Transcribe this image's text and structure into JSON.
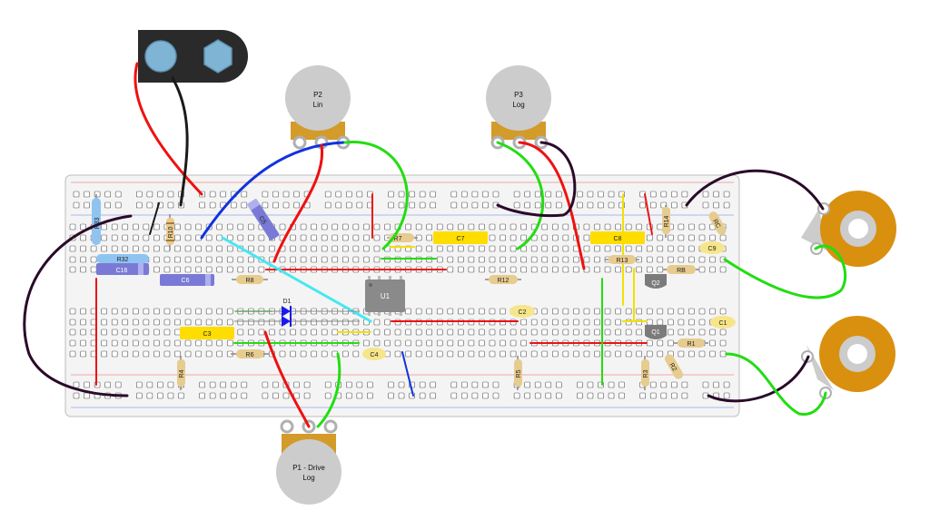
{
  "colors": {
    "board": "#f4f4f4",
    "board_border": "#bdbdbd",
    "hole": "#ffffff",
    "hole_border": "#555555",
    "rail_red": "#f1a9a9",
    "rail_blue": "#a9b8f1",
    "resistor_body": "#e7cc8f",
    "resistor_band": "#a77a3c",
    "ceramic_cap": "#f7e58a",
    "film_cap": "#ffdd00",
    "electrolytic_cap": "#7a7ad6",
    "ic": "#8a8a8a",
    "transistor": "#7b7b7b",
    "pot": "#cccccc",
    "pot_base": "#d39b29",
    "jack": "#d9900f",
    "battery_clip": "#2a2a2a",
    "battery_terminal": "#7fb4d4",
    "wire_red": "#ee1111",
    "wire_black": "#1f0a1d",
    "wire_green": "#22dd11",
    "wire_blue": "#1133dd",
    "wire_cyan": "#44e8f2",
    "wire_yellow": "#f3e000",
    "diode": "#1a1aee"
  },
  "potentiometers": [
    {
      "line1": "P2",
      "line2": "Lin"
    },
    {
      "line1": "P3",
      "line2": "Log"
    },
    {
      "line1": "P1 - Drive",
      "line2": "Log"
    }
  ],
  "components": {
    "r33": "R33",
    "r10": "R10",
    "c5": "C5",
    "r32": "R32",
    "c16": "C16",
    "c6": "C6",
    "r8": "R8",
    "d1": "D1",
    "c3": "C3",
    "r6": "R6",
    "r4": "R4",
    "r7": "R7",
    "c7": "C7",
    "u1": "U1",
    "c4": "C4",
    "r12": "R12",
    "c2": "C2",
    "r5": "R5",
    "c8": "C8",
    "r13": "R13",
    "r14": "R14",
    "rc": "RC",
    "c9": "C9",
    "rb": "RB",
    "q2": "Q2",
    "c1": "C1",
    "q1": "Q1",
    "r1": "R1",
    "r3": "R3",
    "r2": "R2"
  }
}
